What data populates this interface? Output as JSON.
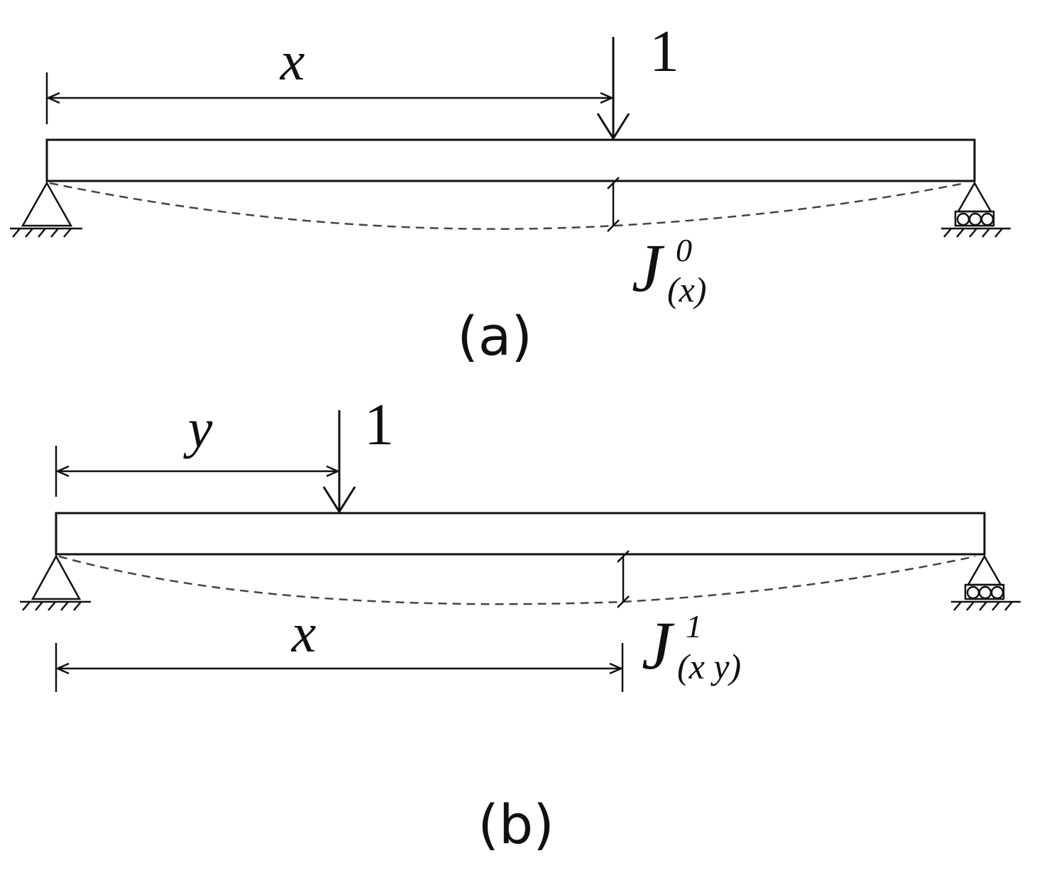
{
  "figure": {
    "panel_a": {
      "dim_label": "x",
      "load_label": "1",
      "deflection_label": {
        "main": "J",
        "superscript": "0",
        "subscript": "(x)"
      },
      "caption": "(a)"
    },
    "panel_b": {
      "dim_top_label": "y",
      "load_label": "1",
      "dim_bottom_label": "x",
      "deflection_label": {
        "main": "J",
        "superscript": "1",
        "subscript": "(x y)"
      },
      "caption": "(b)"
    }
  }
}
